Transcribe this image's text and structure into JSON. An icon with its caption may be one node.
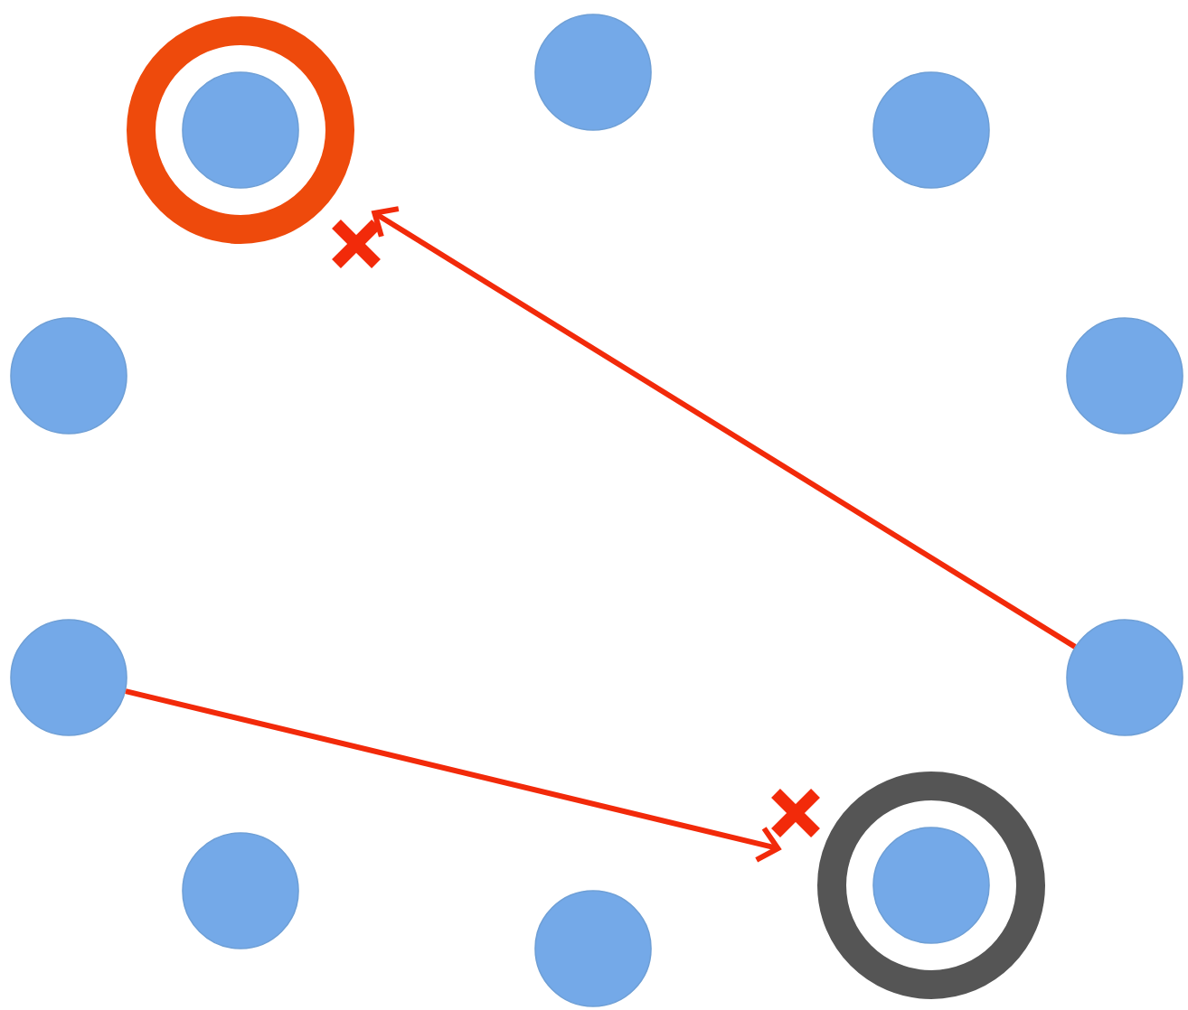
{
  "diagram": {
    "nodes": [
      {
        "text": [],
        "shape": "ring"
      },
      {
        "text": [],
        "shape": "circle",
        "in": 0
      },
      {
        "text": [],
        "shape": "circle"
      },
      {
        "text": [],
        "shape": "circle"
      },
      {
        "text": [],
        "shape": "circle"
      },
      {
        "text": [],
        "shape": "circle"
      },
      {
        "text": [],
        "shape": "circle"
      },
      {
        "text": [],
        "shape": "circle"
      },
      {
        "text": [],
        "shape": "circle"
      },
      {
        "text": [],
        "shape": "ring"
      },
      {
        "text": [],
        "shape": "circle",
        "in": 9
      },
      {
        "text": [],
        "shape": "circle"
      }
    ],
    "edges": [
      {
        "from": 7,
        "to": 0,
        "arrow": "to"
      },
      {
        "from": 6,
        "to": 9,
        "arrow": "to"
      }
    ]
  }
}
